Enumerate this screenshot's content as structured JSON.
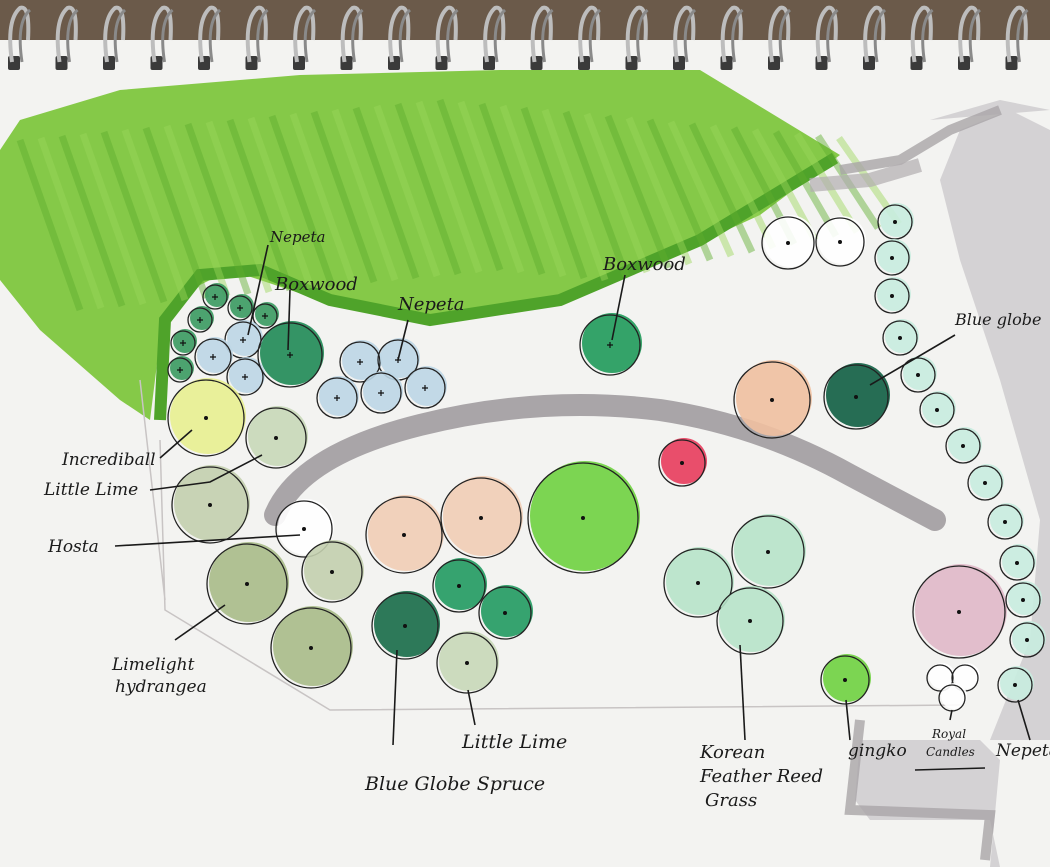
{
  "labels": {
    "nepeta_top_left": "Nepeta",
    "boxwood_left": "Boxwood",
    "nepeta_center": "Nepeta",
    "boxwood_center": "Boxwood",
    "blue_globe": "Blue globe",
    "incrediball": "Incrediball",
    "little_lime_left": "Little Lime",
    "hosta": "Hosta",
    "limelight_line1": "Limelight",
    "limelight_line2": "hydrangea",
    "blue_globe_spruce": "Blue Globe Spruce",
    "little_lime_bottom": "Little Lime",
    "korean_line1": "Korean",
    "korean_line2": "Feather Reed",
    "korean_line3": "Grass",
    "gingko": "gingko",
    "royal_line1": "Royal",
    "royal_line2": "Candles",
    "nepeta_right": "Nepeta"
  },
  "colors": {
    "lawn": "#7cc63a",
    "path": "#a9a5a8",
    "boxwood": "#1f8a55",
    "nepeta_blue": "#bcd6e6",
    "spruce": "#176b48",
    "ginkgo": "#6fd140"
  }
}
